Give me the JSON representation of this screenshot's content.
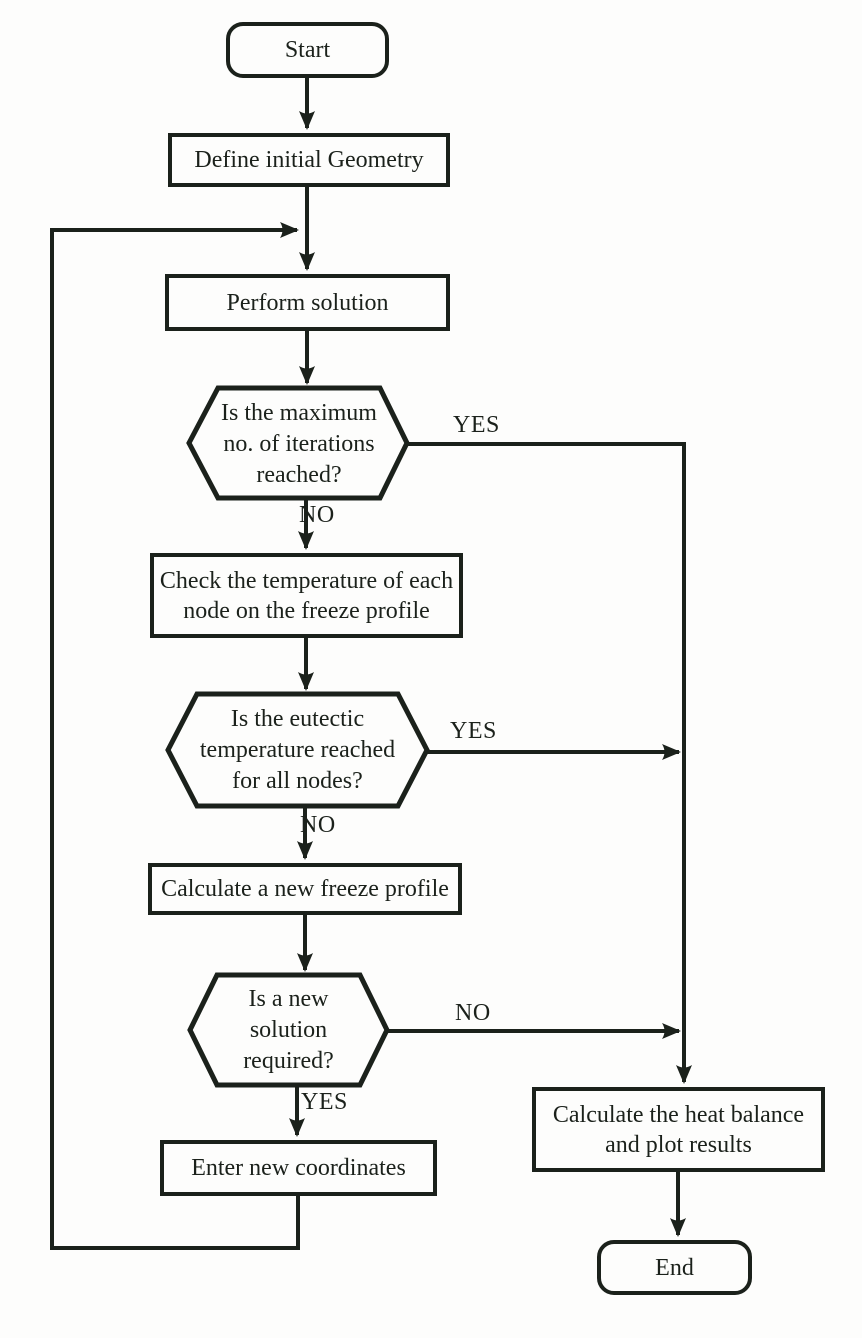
{
  "colors": {
    "ink": "#1b211b",
    "paper": "#fdfdfc"
  },
  "nodes": {
    "start": {
      "type": "terminator",
      "label": "Start"
    },
    "define_geometry": {
      "type": "process",
      "label": "Define initial Geometry"
    },
    "perform_solution": {
      "type": "process",
      "label": "Perform solution"
    },
    "max_iterations_decision": {
      "type": "decision",
      "label": "Is the maximum\nno. of iterations\nreached?"
    },
    "check_temperature": {
      "type": "process",
      "label": "Check the temperature of each\nnode on the freeze profile"
    },
    "eutectic_decision": {
      "type": "decision",
      "label": "Is the eutectic\ntemperature reached\nfor all nodes?"
    },
    "calc_freeze_profile": {
      "type": "process",
      "label": "Calculate a new freeze profile"
    },
    "new_solution_decision": {
      "type": "decision",
      "label": "Is a new\nsolution\nrequired?"
    },
    "enter_coordinates": {
      "type": "process",
      "label": "Enter new coordinates"
    },
    "calc_heat_balance": {
      "type": "process",
      "label": "Calculate the heat balance\nand plot results"
    },
    "end": {
      "type": "terminator",
      "label": "End"
    }
  },
  "edges": {
    "max_iterations_yes": {
      "label": "YES"
    },
    "max_iterations_no": {
      "label": "NO"
    },
    "eutectic_yes": {
      "label": "YES"
    },
    "eutectic_no": {
      "label": "NO"
    },
    "new_solution_no": {
      "label": "NO"
    },
    "new_solution_yes": {
      "label": "YES"
    }
  }
}
